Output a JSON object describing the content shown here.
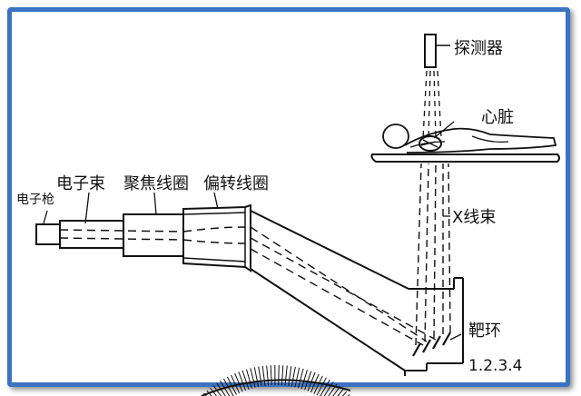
{
  "labels": {
    "gun": "电子枪",
    "beam": "电子束",
    "focus_coil": "聚焦线圈",
    "deflect_coil": "偏转线圈",
    "detector": "探测器",
    "heart": "心脏",
    "xray": "X线束",
    "target_ring": "靶环",
    "ring_numbers": "1.2.3.4"
  },
  "colors": {
    "frame": "#3a73c4",
    "ink": "#111111"
  }
}
